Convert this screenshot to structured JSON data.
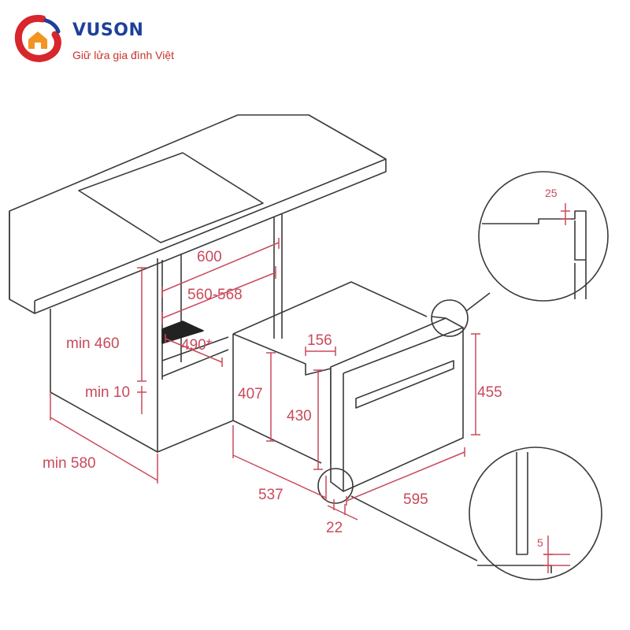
{
  "brand": {
    "name": "VUSON",
    "slogan": "Giữ lửa gia đình Việt",
    "colors": {
      "name": "#1e3f9b",
      "slogan": "#c8332b",
      "logo_red": "#d7262c",
      "logo_orange": "#f29422",
      "logo_blue": "#1e3f9b"
    }
  },
  "colors": {
    "line": "#3a3a3a",
    "dimension": "#c94a5b",
    "niche_strip": "#222222"
  },
  "dimensions": {
    "cabinet_width": "600",
    "cabinet_opening_width": "560-568",
    "cabinet_depth": "490*",
    "cabinet_min_height": "min 460",
    "cabinet_min_gap": "min 10",
    "cabinet_min_depth": "min 580",
    "oven_top_step": "156",
    "oven_side_height": "407",
    "oven_body_height": "430",
    "oven_front_height": "455",
    "oven_depth": "537",
    "oven_width": "595",
    "oven_front_thickness": "22",
    "detail_top_gap": "25",
    "detail_bottom_gap": "5"
  }
}
